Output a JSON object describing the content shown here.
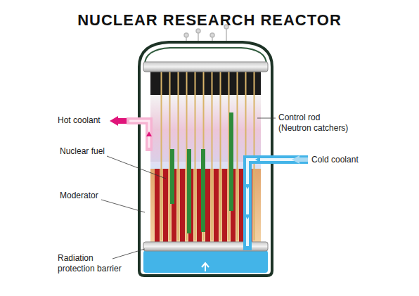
{
  "diagram": {
    "title": "NUCLEAR RESEARCH REACTOR",
    "labels": [
      "Hot coolant",
      "Control rod (Neutron catchers)",
      "Nuclear fuel",
      "Cold coolant",
      "Moderator",
      "Radiation protection barrier"
    ]
  }
}
